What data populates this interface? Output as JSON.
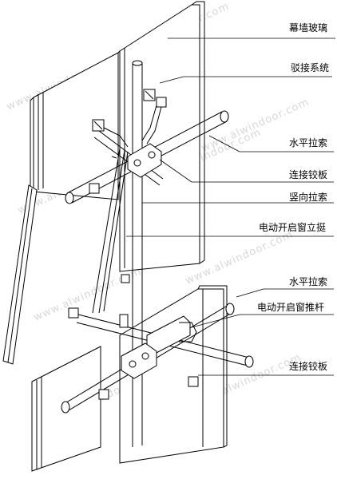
{
  "watermark": "www.alwindoor.com",
  "labels": {
    "curtain_glass": "幕墙玻璃",
    "spider_system": "驳接系统",
    "horizontal_cable_1": "水平拉索",
    "connection_hinge_1": "连接铰板",
    "vertical_cable": "竖向拉索",
    "electric_window_mullion": "电动开启窗立挺",
    "horizontal_cable_2": "水平拉索",
    "electric_window_pusher": "电动开启窗推杆",
    "connection_hinge_2": "连接铰板"
  },
  "colors": {
    "line": "#000000",
    "watermark": "#d8d8d8",
    "background": "#ffffff"
  }
}
